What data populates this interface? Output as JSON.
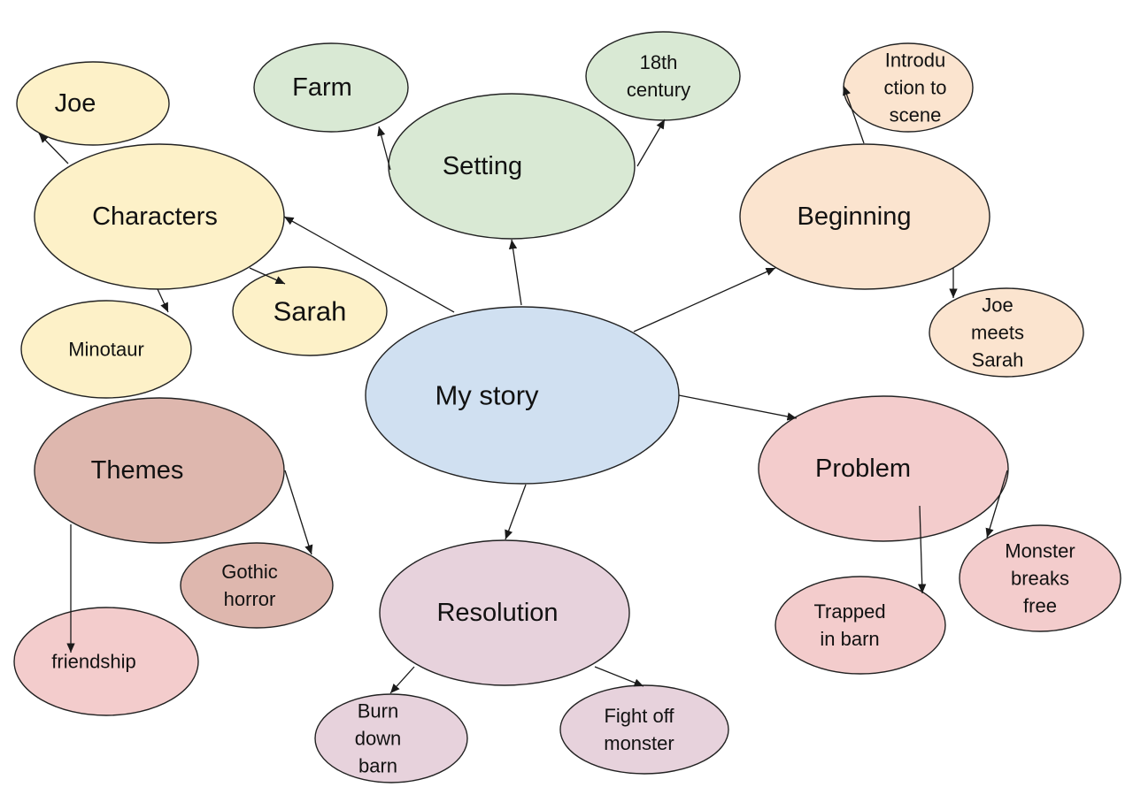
{
  "diagram": {
    "palette": {
      "center": "#d0e0f1",
      "characters": "#fdf1c8",
      "setting": "#d9e9d4",
      "beginning": "#fbe4cf",
      "problem": "#f3cccc",
      "themes": "#deb7ae",
      "resolution": "#e7d2dc",
      "stroke": "#222222"
    },
    "nodes": [
      {
        "id": "my-story",
        "lines": [
          "My story"
        ],
        "color": "center"
      },
      {
        "id": "characters",
        "lines": [
          "Characters"
        ],
        "color": "characters"
      },
      {
        "id": "joe",
        "lines": [
          "Joe"
        ],
        "color": "characters"
      },
      {
        "id": "sarah",
        "lines": [
          "Sarah"
        ],
        "color": "characters"
      },
      {
        "id": "minotaur",
        "lines": [
          "Minotaur"
        ],
        "color": "characters"
      },
      {
        "id": "setting",
        "lines": [
          "Setting"
        ],
        "color": "setting"
      },
      {
        "id": "farm",
        "lines": [
          "Farm"
        ],
        "color": "setting"
      },
      {
        "id": "18th-century",
        "lines": [
          "18th",
          "century"
        ],
        "color": "setting"
      },
      {
        "id": "beginning",
        "lines": [
          "Beginning"
        ],
        "color": "beginning"
      },
      {
        "id": "introduction-to-scene",
        "lines": [
          "Introdu",
          "ction to",
          "scene"
        ],
        "color": "beginning"
      },
      {
        "id": "joe-meets-sarah",
        "lines": [
          "Joe",
          "meets",
          "Sarah"
        ],
        "color": "beginning"
      },
      {
        "id": "problem",
        "lines": [
          "Problem"
        ],
        "color": "problem"
      },
      {
        "id": "trapped-in-barn",
        "lines": [
          "Trapped",
          "in barn"
        ],
        "color": "problem"
      },
      {
        "id": "monster-breaks-free",
        "lines": [
          "Monster",
          "breaks",
          "free"
        ],
        "color": "problem"
      },
      {
        "id": "themes",
        "lines": [
          "Themes"
        ],
        "color": "themes"
      },
      {
        "id": "gothic-horror",
        "lines": [
          "Gothic",
          "horror"
        ],
        "color": "themes"
      },
      {
        "id": "friendship",
        "lines": [
          "friendship"
        ],
        "color": "problem"
      },
      {
        "id": "resolution",
        "lines": [
          "Resolution"
        ],
        "color": "resolution"
      },
      {
        "id": "burn-down-barn",
        "lines": [
          "Burn",
          "down",
          "barn"
        ],
        "color": "resolution"
      },
      {
        "id": "fight-off-monster",
        "lines": [
          "Fight off",
          "monster"
        ],
        "color": "resolution"
      }
    ],
    "edges": [
      {
        "from": "my-story",
        "to": "characters"
      },
      {
        "from": "my-story",
        "to": "setting"
      },
      {
        "from": "my-story",
        "to": "beginning"
      },
      {
        "from": "my-story",
        "to": "problem"
      },
      {
        "from": "my-story",
        "to": "resolution"
      },
      {
        "from": "characters",
        "to": "joe"
      },
      {
        "from": "characters",
        "to": "sarah"
      },
      {
        "from": "characters",
        "to": "minotaur"
      },
      {
        "from": "setting",
        "to": "farm"
      },
      {
        "from": "setting",
        "to": "18th-century"
      },
      {
        "from": "beginning",
        "to": "introduction-to-scene"
      },
      {
        "from": "beginning",
        "to": "joe-meets-sarah"
      },
      {
        "from": "problem",
        "to": "trapped-in-barn"
      },
      {
        "from": "problem",
        "to": "monster-breaks-free"
      },
      {
        "from": "themes",
        "to": "gothic-horror"
      },
      {
        "from": "themes",
        "to": "friendship"
      },
      {
        "from": "resolution",
        "to": "burn-down-barn"
      },
      {
        "from": "resolution",
        "to": "fight-off-monster"
      }
    ]
  }
}
